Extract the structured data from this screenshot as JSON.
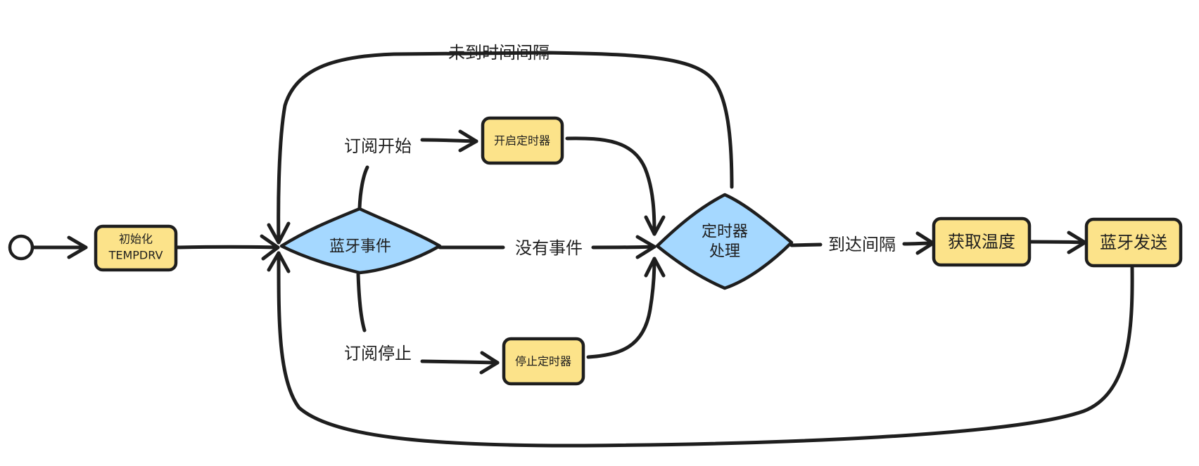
{
  "colors": {
    "process_fill": "#fce38a",
    "decision_fill": "#a5d8ff",
    "stroke": "#1e1e1e",
    "background": "#ffffff"
  },
  "nodes": {
    "init_line1": "初始化",
    "init_line2": "TEMPDRV",
    "bt_event": "蓝牙事件",
    "start_timer": "开启定时器",
    "stop_timer": "停止定时器",
    "timer_line1": "定时器",
    "timer_line2": "处理",
    "get_temp": "获取温度",
    "bt_send": "蓝牙发送"
  },
  "edge_labels": {
    "not_yet": "未到时间间隔",
    "sub_start": "订阅开始",
    "sub_stop": "订阅停止",
    "no_event": "没有事件",
    "interval_reached": "到达间隔"
  }
}
